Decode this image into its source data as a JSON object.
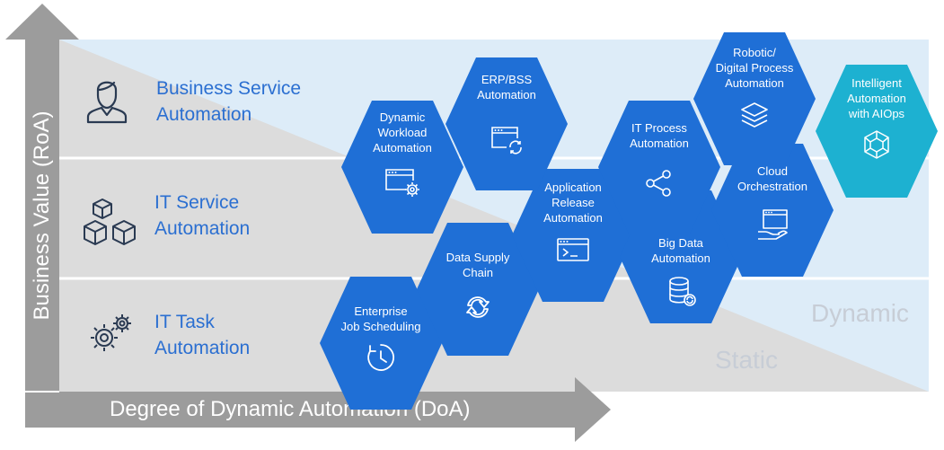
{
  "axes": {
    "x_title": "Degree of Dynamic Automation (DoA)",
    "y_title": "Business Value (RoA)"
  },
  "tiers": [
    {
      "line1": "Business Service",
      "line2": "Automation",
      "icon": "person-icon"
    },
    {
      "line1": "IT Service",
      "line2": "Automation",
      "icon": "cubes-icon"
    },
    {
      "line1": "IT Task",
      "line2": "Automation",
      "icon": "gears-icon"
    }
  ],
  "hexagons": [
    {
      "lines": [
        "Enterprise",
        "Job Scheduling"
      ],
      "icon": "clock-icon",
      "color": "#1f6fd6"
    },
    {
      "lines": [
        "Data Supply",
        "Chain"
      ],
      "icon": "sync-icon",
      "color": "#1f6fd6"
    },
    {
      "lines": [
        "Application",
        "Release",
        "Automation"
      ],
      "icon": "terminal-icon",
      "color": "#1f6fd6"
    },
    {
      "lines": [
        "Big Data",
        "Automation"
      ],
      "icon": "database-icon",
      "color": "#1f6fd6"
    },
    {
      "lines": [
        "Dynamic",
        "Workload",
        "Automation"
      ],
      "icon": "window-gear-icon",
      "color": "#1f6fd6"
    },
    {
      "lines": [
        "ERP/BSS",
        "Automation"
      ],
      "icon": "window-sync-icon",
      "color": "#1f6fd6"
    },
    {
      "lines": [
        "IT Process",
        "Automation"
      ],
      "icon": "share-nodes-icon",
      "color": "#1f6fd6"
    },
    {
      "lines": [
        "Cloud",
        "Orchestration"
      ],
      "icon": "hand-window-icon",
      "color": "#1f6fd6"
    },
    {
      "lines": [
        "Robotic/",
        "Digital Process",
        "Automation"
      ],
      "icon": "layers-icon",
      "color": "#1f6fd6"
    },
    {
      "lines": [
        "Intelligent",
        "Automation",
        "with AIOps"
      ],
      "icon": "cube-network-icon",
      "color": "#1db1d1"
    }
  ],
  "regions": {
    "dynamic": "Dynamic",
    "static": "Static"
  },
  "colors": {
    "hex_blue": "#1f6fd6",
    "hex_cyan": "#1db1d1",
    "arrow_gray": "#9c9c9c",
    "static_gray": "#dcdcdc",
    "dynamic_blue": "#ddecf8",
    "label_blue": "#2b6fd1"
  }
}
